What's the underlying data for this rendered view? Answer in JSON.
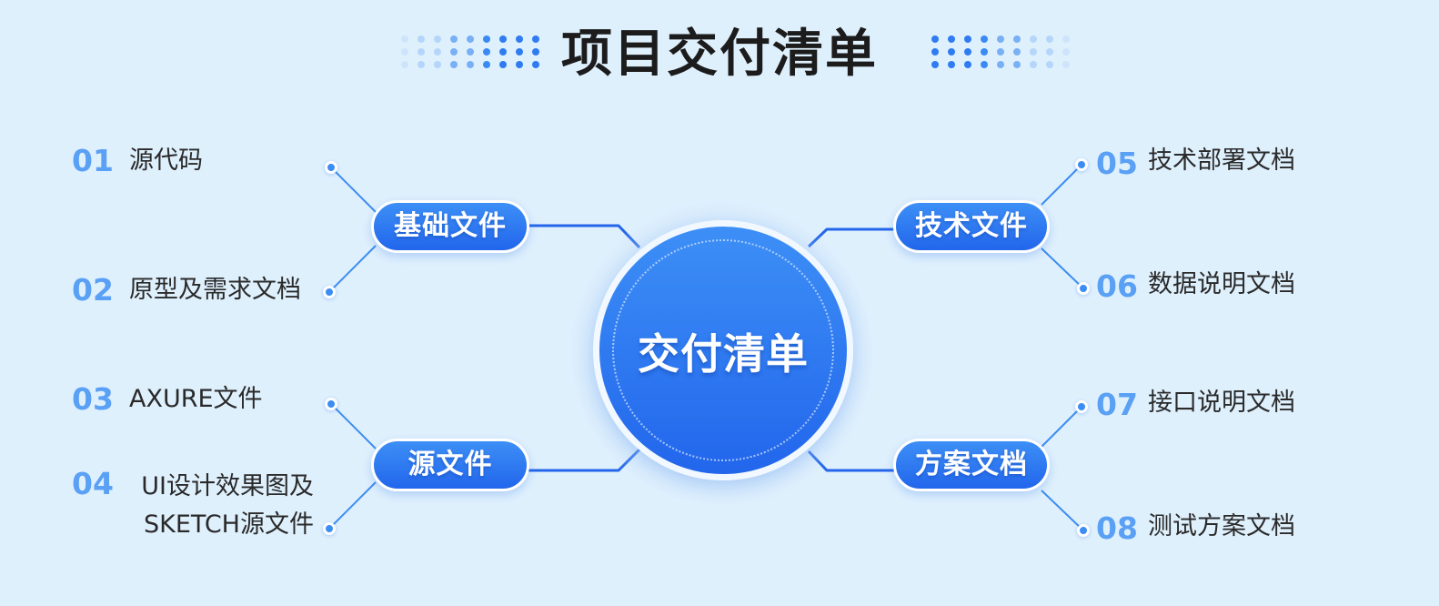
{
  "title": "项目交付清单",
  "center": {
    "label": "交付清单"
  },
  "colors": {
    "background": "#dff0fd",
    "accent": "#2f7cf2",
    "number": "#5aa0f5",
    "text": "#2a2a2a",
    "title": "#1c1c1c"
  },
  "categories": [
    {
      "label": "基础文件",
      "position": "top-left"
    },
    {
      "label": "源文件",
      "position": "bottom-left"
    },
    {
      "label": "技术文件",
      "position": "top-right"
    },
    {
      "label": "方案文档",
      "position": "bottom-right"
    }
  ],
  "items": [
    {
      "num": "01",
      "text": "源代码",
      "category": "基础文件"
    },
    {
      "num": "02",
      "text": "原型及需求文档",
      "category": "基础文件"
    },
    {
      "num": "03",
      "text": "AXURE文件",
      "category": "源文件"
    },
    {
      "num": "04",
      "text_line1": "UI设计效果图及",
      "text_line2": "SKETCH源文件",
      "category": "源文件"
    },
    {
      "num": "05",
      "text": "技术部署文档",
      "category": "技术文件"
    },
    {
      "num": "06",
      "text": "数据说明文档",
      "category": "技术文件"
    },
    {
      "num": "07",
      "text": "接口说明文档",
      "category": "方案文档"
    },
    {
      "num": "08",
      "text": "测试方案文档",
      "category": "方案文档"
    }
  ]
}
